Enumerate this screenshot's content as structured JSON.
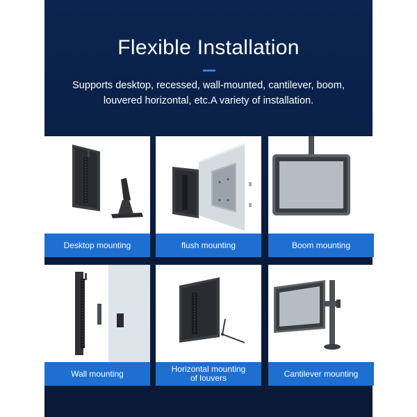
{
  "header": {
    "title": "Flexible Installation",
    "subtitle_line1": "Supports desktop, recessed, wall-mounted, cantilever, boom,",
    "subtitle_line2": "louvered horizontal, etc.A variety of installation."
  },
  "cards": [
    {
      "label": "Desktop mounting",
      "icon": "desktop-stand-panel-icon"
    },
    {
      "label": "flush mounting",
      "icon": "flush-mount-panel-icon"
    },
    {
      "label": "Boom mounting",
      "icon": "boom-mount-panel-icon"
    },
    {
      "label": "Wall mounting",
      "icon": "wall-mount-panel-icon"
    },
    {
      "label_line1": "Horizontal mounting",
      "label_line2": "of louvers",
      "icon": "louver-mount-panel-icon"
    },
    {
      "label": "Cantilever mounting",
      "icon": "cantilever-arm-panel-icon"
    }
  ],
  "colors": {
    "background_dark": "#0a1f44",
    "label_bar": "#1e6fd0",
    "accent_underline": "#2f7fe0"
  }
}
